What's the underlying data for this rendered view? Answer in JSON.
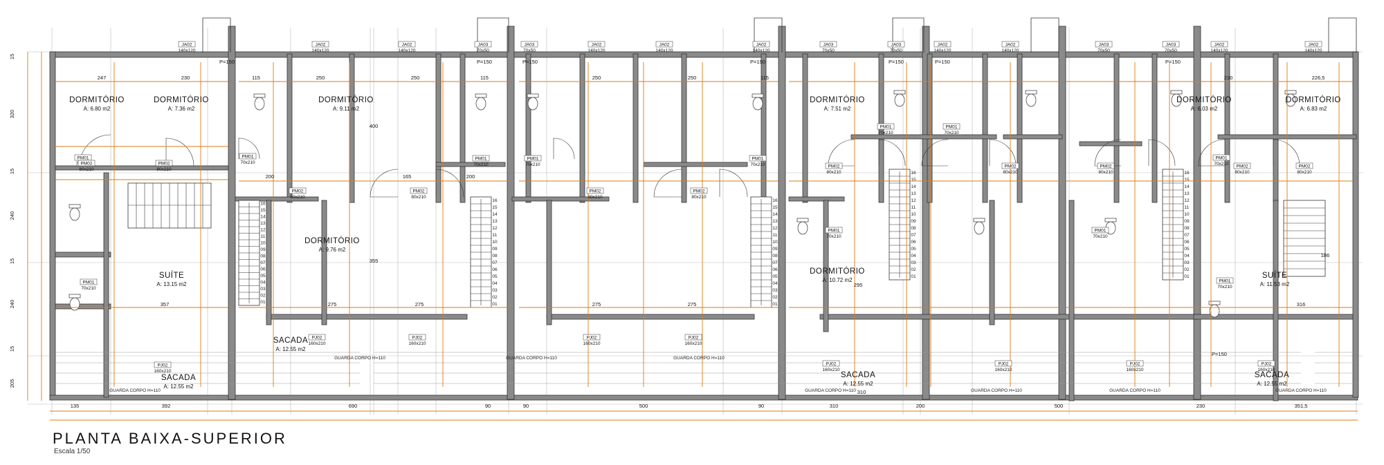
{
  "drawing": {
    "title": "PLANTA BAIXA-SUPERIOR",
    "scale": "Escala 1/50"
  },
  "rooms": [
    {
      "name": "DORMITÓRIO",
      "area": "A: 6.80 m2"
    },
    {
      "name": "DORMITÓRIO",
      "area": "A: 7.36 m2"
    },
    {
      "name": "DORMITÓRIO",
      "area": "A: 9.11 m2"
    },
    {
      "name": "DORMITÓRIO",
      "area": "A: 9.76 m2"
    },
    {
      "name": "SUÍTE",
      "area": "A: 13.15 m2"
    },
    {
      "name": "SACADA",
      "area": "A: 12.55 m2"
    },
    {
      "name": "SACADA",
      "area": "A: 12.55 m2"
    },
    {
      "name": "DORMITÓRIO",
      "area": "A: 7.51 m2"
    },
    {
      "name": "DORMITÓRIO",
      "area": "A: 10.72 m2"
    },
    {
      "name": "SACADA",
      "area": "A: 12.55 m2"
    },
    {
      "name": "DORMITÓRIO",
      "area": "A: 6.03 m2"
    },
    {
      "name": "DORMITÓRIO",
      "area": "A: 6.83 m2"
    },
    {
      "name": "SUÍTE",
      "area": "A: 11.53 m2"
    },
    {
      "name": "SACADA",
      "area": "A: 12.55 m2"
    }
  ],
  "notes": {
    "guard": "GUARDA CORPO H=110",
    "p150": "P=150"
  },
  "tags": {
    "ja02": "JA02",
    "ja02_size": "140x120",
    "ja03": "JA03",
    "ja03_size": "70x50",
    "pm01": "PM01",
    "pm01_size": "70x210",
    "pm02": "PM02",
    "pm02_size": "80x210",
    "pj02": "PJ02",
    "pj02_size": "160x210"
  },
  "dimensions": {
    "bottom": [
      "135",
      "392",
      "690",
      "90",
      "90",
      "500",
      "90",
      "310",
      "200",
      "500",
      "230",
      "351,5"
    ],
    "left": [
      "15",
      "320",
      "15",
      "240",
      "15",
      "240",
      "15",
      "205"
    ],
    "inner": [
      "247",
      "230",
      "115",
      "250",
      "250",
      "115",
      "250",
      "250",
      "115",
      "210",
      "226,5",
      "357",
      "275",
      "275",
      "275",
      "275",
      "316",
      "200",
      "200",
      "165",
      "400",
      "355",
      "310",
      "295",
      "186"
    ]
  },
  "stair_numbers": [
    "01",
    "02",
    "03",
    "04",
    "05",
    "06",
    "07",
    "08",
    "09",
    "10",
    "11",
    "12",
    "13",
    "14",
    "15",
    "16"
  ]
}
